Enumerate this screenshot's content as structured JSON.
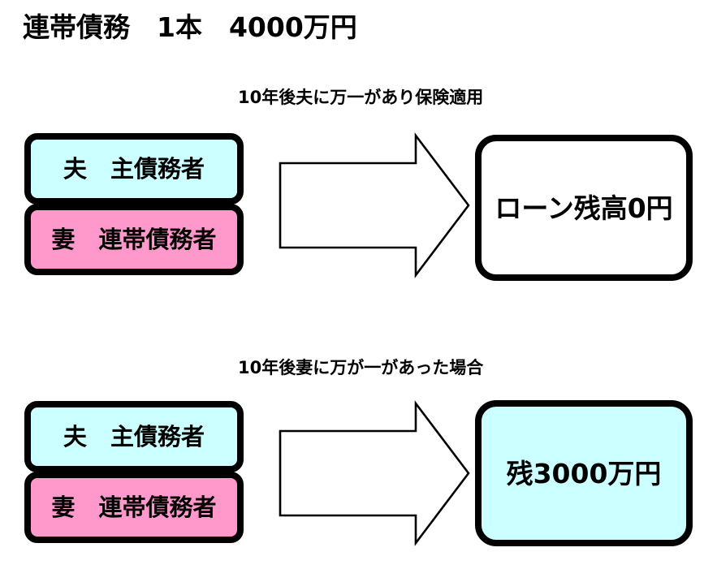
{
  "diagram": {
    "title": "連帯債務　1本　4000万円",
    "rows": [
      {
        "caption": "10年後夫に万一があり保険適用",
        "parties": [
          {
            "label": "夫　主債務者",
            "color": "#ccffff",
            "role": "husband"
          },
          {
            "label": "妻　連帯債務者",
            "color": "#ff99cc",
            "role": "wife"
          }
        ],
        "arrow": "right-block-arrow",
        "result": {
          "label": "ローン残高0円",
          "color": "#ffffff"
        }
      },
      {
        "caption": "10年後妻に万が一があった場合",
        "parties": [
          {
            "label": "夫　主債務者",
            "color": "#ccffff",
            "role": "husband"
          },
          {
            "label": "妻　連帯債務者",
            "color": "#ff99cc",
            "role": "wife"
          }
        ],
        "arrow": "right-block-arrow",
        "result": {
          "label": "残3000万円",
          "color": "#ccffff"
        }
      }
    ]
  },
  "colors": {
    "cyan": "#ccffff",
    "pink": "#ff99cc",
    "white": "#ffffff",
    "outline": "#000000"
  }
}
